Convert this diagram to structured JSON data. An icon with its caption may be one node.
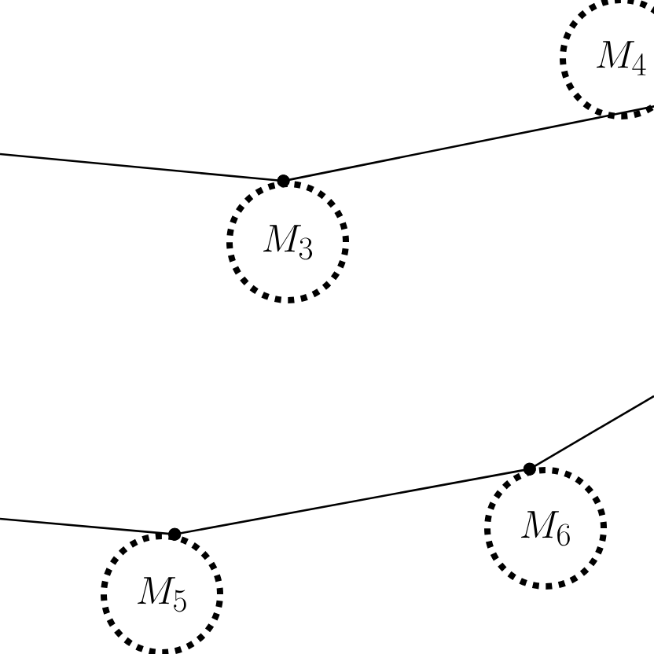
{
  "diagram": {
    "nodes": [
      {
        "text": [
          "M_3"
        ]
      },
      {
        "text": [
          "M_4"
        ]
      },
      {
        "text": [
          "M_5"
        ]
      },
      {
        "text": [
          "M_6"
        ]
      }
    ],
    "edges": [
      {
        "from": null,
        "to": 0,
        "arrow": "other"
      },
      {
        "from": 0,
        "to": 1,
        "arrow": "other"
      },
      {
        "from": null,
        "to": 2,
        "arrow": "other"
      },
      {
        "from": 2,
        "to": 3,
        "arrow": "other"
      },
      {
        "from": 3,
        "to": null,
        "arrow": "other"
      }
    ]
  }
}
